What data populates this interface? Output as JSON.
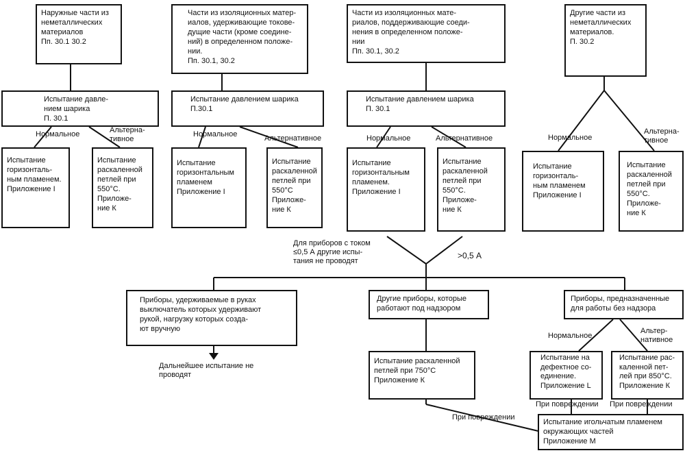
{
  "columns": [
    {
      "parts": "Наружные части из\nнеметаллических\nматериалов\nПп. 30.1 30.2",
      "ball": "Испытание давле-\nнием шарика\nП. 30.1",
      "normal_label": "Нормальное",
      "alt_label": "Альтерна-\nтивное",
      "normal_test": "Испытание\nгоризонталь-\nным пламенем.\nПриложение I",
      "alt_test": "Испытание\nраскаленной\nпетлей при\n550°С.\nПриложе-\nние К"
    },
    {
      "parts": "Части из изоляционных матер-\nиалов, удерживающие токове-\nдущие части (кроме соедине-\nний) в определенном положе-\nнии.\nПп. 30.1, 30.2",
      "ball": "Испытание давлением шарика\nП.30.1",
      "normal_label": "Нормальное",
      "alt_label": "Альтернативное",
      "normal_test": "Испытание\nгоризонтальным\nпламенем\nПриложение I",
      "alt_test": "Испытание\nраскаленной\nпетлей при\n550°С\nПриложе-\nние К"
    },
    {
      "parts": "Части из изоляционных мате-\nриалов, поддерживающие соеди-\nнения в определенном положе-\nнии\nПп. 30.1, 30.2",
      "ball": "Испытание давлением шарика\nП. 30.1",
      "normal_label": "Нормальное",
      "alt_label": "Альтернативное",
      "normal_test": "Испытание\nгоризонтальным\nпламенем.\nПриложение I",
      "alt_test": "Испытание\nраскаленной\nпетлей при\n550°С.\nПриложе-\nние К"
    },
    {
      "parts": "Другие части из\nнеметаллических\nматериалов.\nП. 30.2",
      "normal_label": "Нормальное",
      "alt_label": "Альтерна-\nтивное",
      "normal_test": "Испытание\nгоризонталь-\nным пламенем\nПриложение I",
      "alt_test": "Испытание\nраскаленной\nпетлей при\n550°С.\nПриложе-\nние К"
    }
  ],
  "current_low_label": "Для приборов с током\n≤0,5 А другие испы-\nтания не проводят",
  "current_high_label": ">0,5 А",
  "handheld": "Приборы, удерживаемые в руках\nвыключатель которых удерживают\nрукой, нагрузку которых созда-\nют вручную",
  "no_further": "Дальнейшее испытание не\nпроводят",
  "supervised": "Другие приборы, которые\nработают под надзором",
  "supervised_test": "Испытание раскаленной\nпетлей при 750°С\nПриложение К",
  "unattended": "Приборы, предназначенные\nдля работы без надзора",
  "unattended_normal_label": "Нормальное",
  "unattended_alt_label": "Альтер-\nнативное",
  "defect_test": "Испытание на\nдефектное со-\nединение.\nПриложение L",
  "glow850_test": "Испытание рас-\nкаленной пет-\nлей при 850°С.\nПриложение К",
  "damage_label_1": "При повреждении",
  "damage_label_2": "При повреждении",
  "damage_label_3": "При повреждении",
  "needle_test": "Испытание игольчатым пламенем\nокружающих частей\nПриложение М"
}
